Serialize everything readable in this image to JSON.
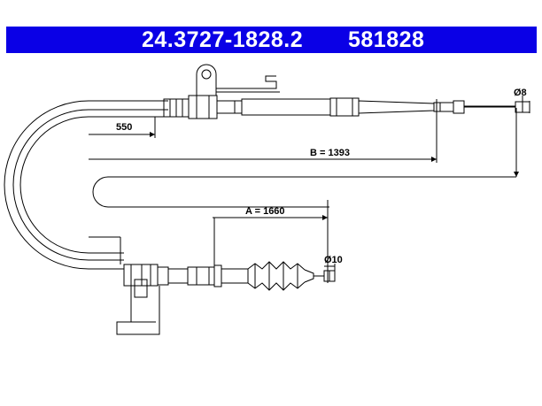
{
  "header": {
    "part_number": "24.3727-1828.2",
    "ref_number": "581828",
    "background": "#0a00e6",
    "text_color": "#ffffff"
  },
  "dimensions": {
    "d550": "550",
    "b": "B = 1393",
    "a": "A = 1660",
    "dia8": "Ø8",
    "dia10": "Ø10"
  }
}
